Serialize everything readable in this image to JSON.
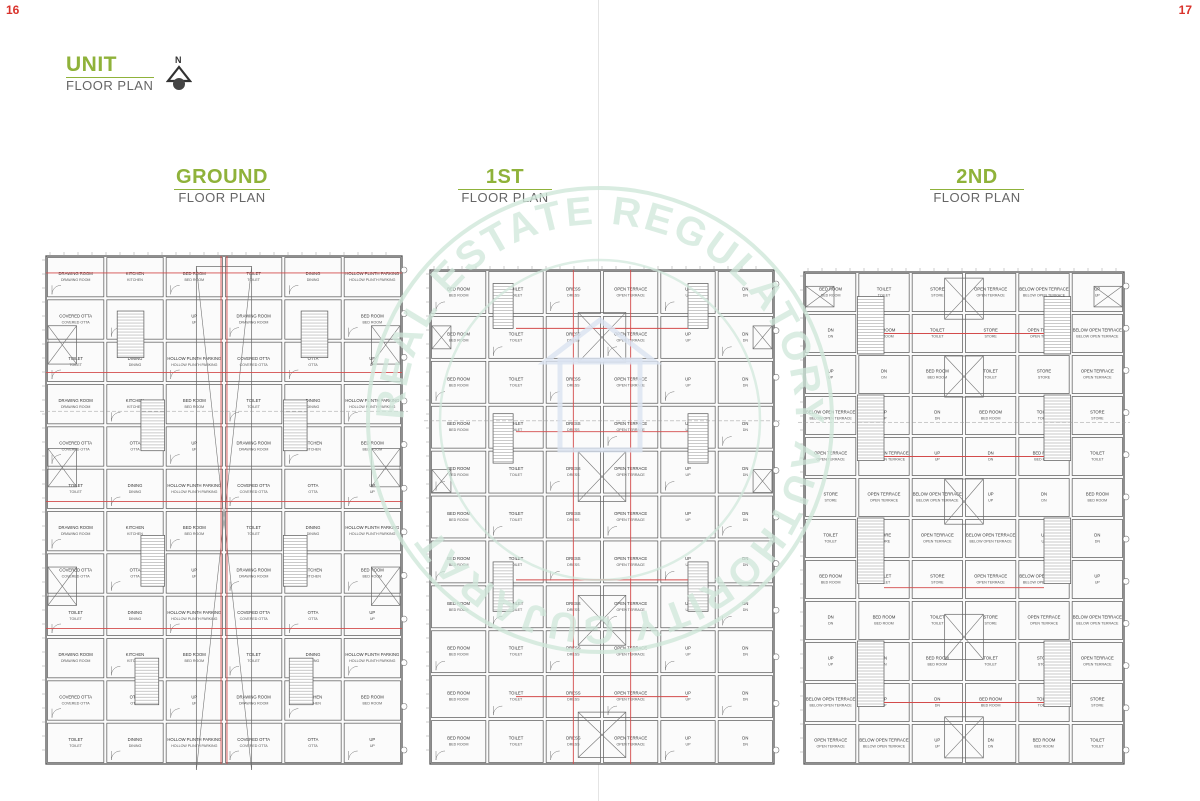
{
  "page_numbers": {
    "left": "16",
    "right": "17"
  },
  "title": {
    "main": "UNIT",
    "sub": "FLOOR PLAN"
  },
  "north_label": "N",
  "watermark_text": "REAL ESTATE REGULATORY AUTHORITY GUJARAT",
  "floors": [
    {
      "id": "ground",
      "big": "GROUND",
      "small": "FLOOR PLAN"
    },
    {
      "id": "first",
      "big": "1ST",
      "small": "FLOOR PLAN"
    },
    {
      "id": "second",
      "big": "2ND",
      "small": "FLOOR PLAN"
    }
  ],
  "plan_labels": {
    "ground": [
      "DRAWING ROOM",
      "KITCHEN",
      "BED ROOM",
      "TOILET",
      "DINING",
      "HOLLOW PLINTH PARKING",
      "COVERED OTTA",
      "OTTA",
      "UP"
    ],
    "first": [
      "BED ROOM",
      "TOILET",
      "DRESS",
      "OPEN TERRACE",
      "UP",
      "DN"
    ],
    "second": [
      "BED ROOM",
      "TOILET",
      "STORE",
      "OPEN TERRACE",
      "BELOW OPEN TERRACE",
      "UP",
      "DN"
    ]
  },
  "colors": {
    "accent": "#8fb23a",
    "page_number": "#d9322b",
    "watermark": "#cfe7da",
    "line": "#555555",
    "red_line": "#d34b4b"
  }
}
